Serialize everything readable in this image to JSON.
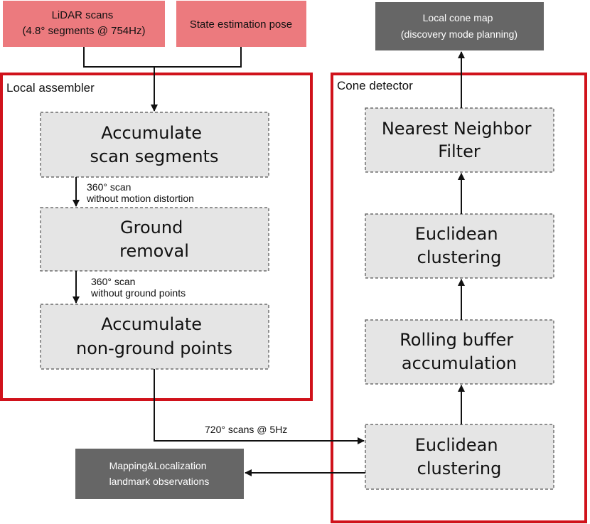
{
  "inputs": {
    "lidar": [
      "LiDAR scans",
      "(4.8° segments @ 754Hz)"
    ],
    "pose": "State estimation pose"
  },
  "outputs": {
    "cone_map": [
      "Local cone map",
      "(discovery mode planning)"
    ],
    "mapping": [
      "Mapping&Localization",
      "landmark observations"
    ]
  },
  "local_assembler": {
    "label": "Local assembler",
    "accumulate_segments": [
      "Accumulate",
      "scan segments"
    ],
    "ground_removal": [
      "Ground",
      "removal"
    ],
    "accumulate_nonground": [
      "Accumulate",
      "non-ground points"
    ],
    "edge1": [
      "360° scan",
      "without motion distortion"
    ],
    "edge2": [
      "360° scan",
      "without ground points"
    ]
  },
  "cone_detector": {
    "label": "Cone detector",
    "nn_filter": [
      "Nearest Neighbor",
      "Filter"
    ],
    "clustering_top": [
      "Euclidean",
      "clustering"
    ],
    "rolling_buffer": [
      "Rolling buffer",
      "accumulation"
    ],
    "clustering_bottom": [
      "Euclidean",
      "clustering"
    ]
  },
  "edge_scans": "720° scans @ 5Hz",
  "colors": {
    "input_fill": "#ec7a7e",
    "output_fill": "#666666",
    "group_border": "#d0121b",
    "node_fill": "#e5e5e5",
    "node_border": "#555555"
  }
}
